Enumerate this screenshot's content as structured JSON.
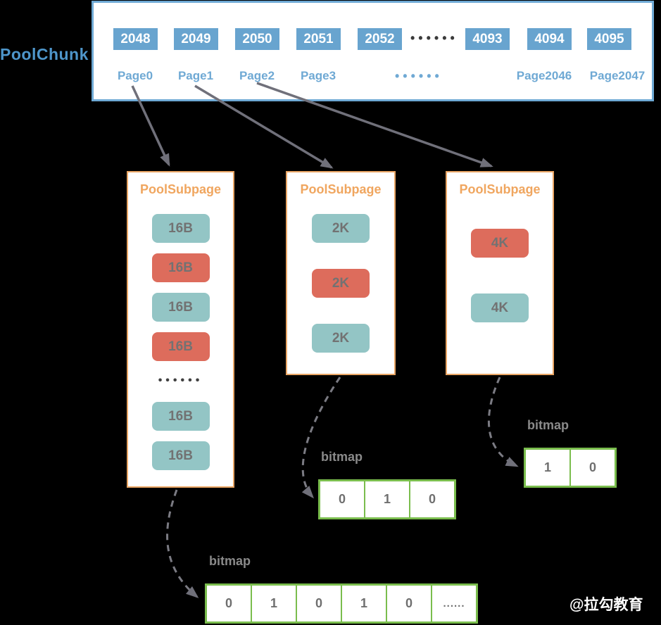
{
  "diagram_title": "PoolChunk / PoolSubpage / bitmap memory layout",
  "watermark": "@拉勾教育",
  "colors": {
    "background": "#000000",
    "chunk_border": "#6FAAD5",
    "chunk_cell_fill": "#68A4CF",
    "chunk_label_text": "#4E96CB",
    "page_label_text": "#6FA9D4",
    "subpage_border": "#E9A564",
    "subpage_title_text": "#F0A65F",
    "block_free_fill": "#93C5C5",
    "block_used_fill": "#DD6C5C",
    "block_text": "#727272",
    "bitmap_border": "#7ABD4D",
    "bitmap_label_text": "#8A8A8A",
    "arrow_stroke": "#70707A",
    "watermark_text": "#FFFFFF"
  },
  "pool_chunk": {
    "label": "PoolChunk",
    "cells": [
      "2048",
      "2049",
      "2050",
      "2051",
      "2052",
      "4093",
      "4094",
      "4095"
    ],
    "cells_ellipsis": "••••••",
    "pages": [
      "Page0",
      "Page1",
      "Page2",
      "Page3",
      "Page2046",
      "Page2047"
    ],
    "pages_ellipsis": "••••••"
  },
  "subpages": [
    {
      "title": "PoolSubpage",
      "blocks": [
        "16B",
        "16B",
        "16B",
        "16B",
        "16B",
        "16B"
      ],
      "block_states": [
        "free",
        "used",
        "free",
        "used",
        "free",
        "free"
      ],
      "ellipsis": "••••••"
    },
    {
      "title": "PoolSubpage",
      "blocks": [
        "2K",
        "2K",
        "2K"
      ],
      "block_states": [
        "free",
        "used",
        "free"
      ]
    },
    {
      "title": "PoolSubpage",
      "blocks": [
        "4K",
        "4K"
      ],
      "block_states": [
        "used",
        "free"
      ]
    }
  ],
  "bitmaps": [
    {
      "label": "bitmap",
      "cells": [
        "0",
        "1",
        "0",
        "1",
        "0",
        "......"
      ]
    },
    {
      "label": "bitmap",
      "cells": [
        "0",
        "1",
        "0"
      ]
    },
    {
      "label": "bitmap",
      "cells": [
        "1",
        "0"
      ]
    }
  ]
}
